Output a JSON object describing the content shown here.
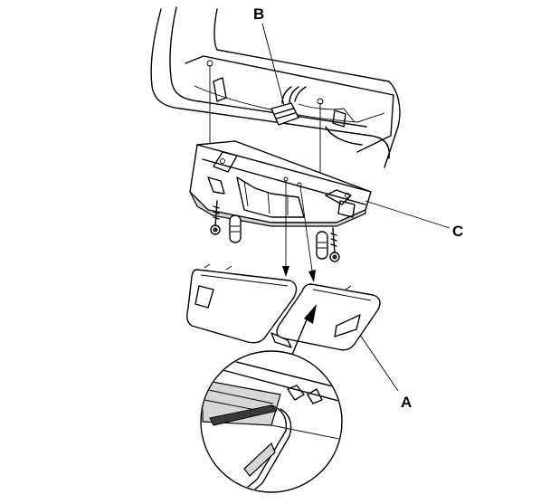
{
  "callouts": {
    "a": "A",
    "b": "B",
    "c": "C"
  },
  "parts": [
    {
      "label": "A",
      "icon": "lens-cover-icon"
    },
    {
      "label": "B",
      "icon": "connector-icon"
    },
    {
      "label": "C",
      "icon": "map-light-housing-icon"
    }
  ],
  "colors": {
    "line": "#000000",
    "background": "#ffffff",
    "shade": "#d6d6d6"
  }
}
